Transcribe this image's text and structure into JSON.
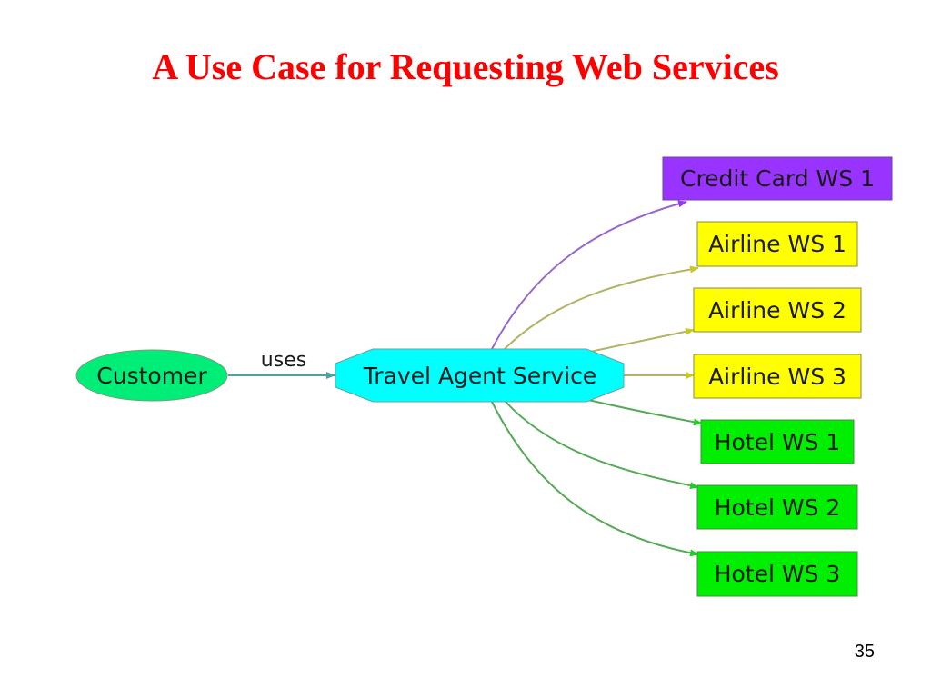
{
  "slide": {
    "title": "A Use Case for Requesting Web Services",
    "page_number": "35"
  },
  "diagram": {
    "actor": {
      "label": "Customer",
      "color": "#00ee77"
    },
    "service": {
      "label": "Travel Agent Service",
      "color": "#00ffff"
    },
    "edge_label": "uses",
    "targets": [
      {
        "label": "Credit Card WS 1",
        "color": "#9933ff",
        "edge_color": "#9966cc"
      },
      {
        "label": "Airline WS 1",
        "color": "#ffff00",
        "edge_color": "#b3b366"
      },
      {
        "label": "Airline WS 2",
        "color": "#ffff00",
        "edge_color": "#b3b366"
      },
      {
        "label": "Airline WS 3",
        "color": "#ffff00",
        "edge_color": "#b3b366"
      },
      {
        "label": "Hotel WS 1",
        "color": "#00ee00",
        "edge_color": "#55aa55"
      },
      {
        "label": "Hotel WS 2",
        "color": "#00ee00",
        "edge_color": "#55aa55"
      },
      {
        "label": "Hotel WS 3",
        "color": "#00ee00",
        "edge_color": "#55aa55"
      }
    ]
  }
}
